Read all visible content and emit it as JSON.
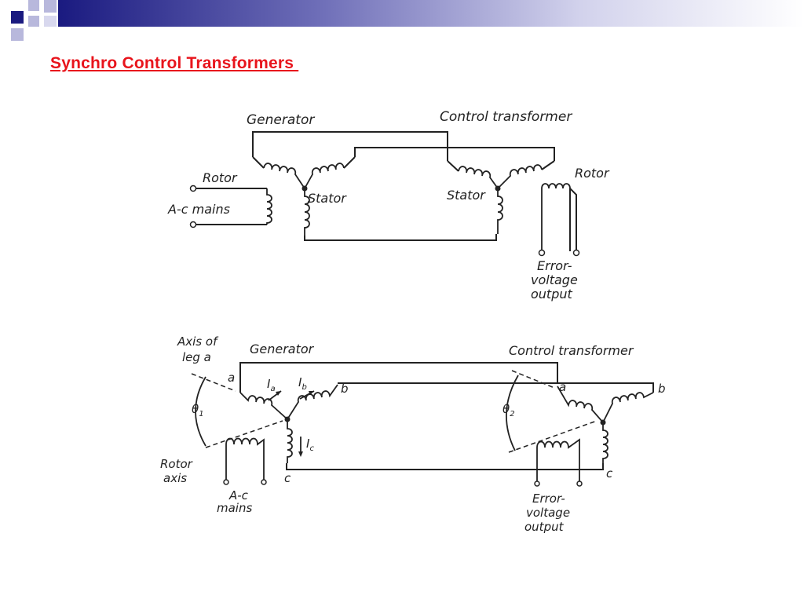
{
  "slide": {
    "title": "Synchro Control Transformers "
  },
  "diagram_top": {
    "generator_label": "Generator",
    "control_transformer_label": "Control transformer",
    "rotor_left_label": "Rotor",
    "ac_mains_label": "A-c mains",
    "stator_left_label": "Stator",
    "stator_right_label": "Stator",
    "rotor_right_label": "Rotor",
    "error_line1": "Error-",
    "error_line2": "voltage",
    "error_line3": "output"
  },
  "diagram_bottom": {
    "axis_line1": "Axis of",
    "axis_line2": "leg a",
    "generator_label": "Generator",
    "control_transformer_label": "Control transformer",
    "theta1": "θ",
    "theta1_sub": "1",
    "theta2": "θ",
    "theta2_sub": "2",
    "rotor_axis_line1": "Rotor",
    "rotor_axis_line2": "axis",
    "ac_line1": "A-c",
    "ac_line2": "mains",
    "ia": "I",
    "ia_sub": "a",
    "ib": "I",
    "ib_sub": "b",
    "ic": "I",
    "ic_sub": "c",
    "leg_a_left": "a",
    "leg_b_left": "b",
    "leg_c_left": "c",
    "leg_a_right": "a",
    "leg_b_right": "b",
    "leg_c_right": "c",
    "error_line1": "Error-",
    "error_line2": "voltage",
    "error_line3": "output"
  }
}
